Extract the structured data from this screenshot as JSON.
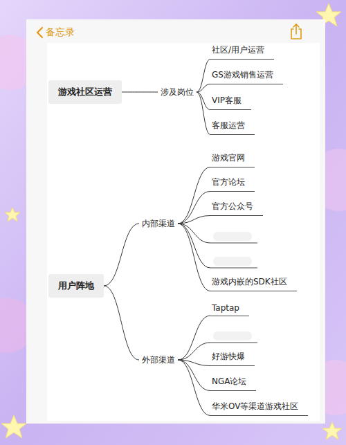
{
  "diagram": {
    "nodes": [
      {
        "text": [
          "游戏社区运营"
        ]
      },
      {
        "text": [
          "涉及岗位"
        ]
      },
      {
        "text": [
          "社区/用户运营"
        ]
      },
      {
        "text": [
          "GS游戏销售运营"
        ]
      },
      {
        "text": [
          "VIP客服"
        ]
      },
      {
        "text": [
          "客服运营"
        ]
      },
      {
        "text": [
          "用户阵地"
        ]
      },
      {
        "text": [
          "内部渠道"
        ]
      },
      {
        "text": [
          "游戏官网"
        ]
      },
      {
        "text": [
          "官方论坛"
        ]
      },
      {
        "text": [
          "官方公众号"
        ]
      },
      {
        "text": [
          "游戏内嵌的SDK社区"
        ]
      },
      {
        "text": [
          "外部渠道"
        ]
      },
      {
        "text": [
          "Taptap"
        ]
      },
      {
        "text": [
          "好游快爆"
        ]
      },
      {
        "text": [
          "NGA论坛"
        ]
      },
      {
        "text": [
          "华米OV等渠道游戏社区"
        ]
      }
    ],
    "edges": [
      {
        "from": 0,
        "to": 1,
        "arrow": "none"
      },
      {
        "from": 1,
        "to": 2,
        "arrow": "none"
      },
      {
        "from": 1,
        "to": 3,
        "arrow": "none"
      },
      {
        "from": 1,
        "to": 4,
        "arrow": "none"
      },
      {
        "from": 1,
        "to": 5,
        "arrow": "none"
      },
      {
        "from": 6,
        "to": 7,
        "arrow": "none"
      },
      {
        "from": 6,
        "to": 12,
        "arrow": "none"
      },
      {
        "from": 7,
        "to": 8,
        "arrow": "none"
      },
      {
        "from": 7,
        "to": 9,
        "arrow": "none"
      },
      {
        "from": 7,
        "to": 10,
        "arrow": "none"
      },
      {
        "from": 7,
        "to": 11,
        "arrow": "none"
      },
      {
        "from": 12,
        "to": 13,
        "arrow": "none"
      },
      {
        "from": 12,
        "to": 14,
        "arrow": "none"
      },
      {
        "from": 12,
        "to": 15,
        "arrow": "none"
      },
      {
        "from": 12,
        "to": 16,
        "arrow": "none"
      }
    ],
    "labels": [
      "备忘录"
    ]
  }
}
